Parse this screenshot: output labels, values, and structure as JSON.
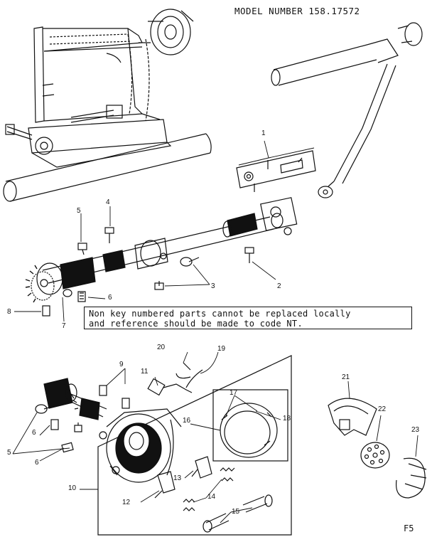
{
  "header": {
    "model_number": "MODEL NUMBER 158.17572"
  },
  "notice": {
    "line1": "Non key numbered parts cannot be replaced locally",
    "line2": "and reference should be made to code NT."
  },
  "footer": {
    "page_code": "F5"
  },
  "callouts": [
    "1",
    "2",
    "3",
    "4",
    "5",
    "5",
    "6",
    "6",
    "6",
    "7",
    "8",
    "9",
    "10",
    "11",
    "12",
    "13",
    "14",
    "15",
    "16",
    "17",
    "18",
    "19",
    "20",
    "21",
    "22",
    "23"
  ],
  "colors": {
    "ink": "#111111",
    "paper": "#ffffff"
  }
}
